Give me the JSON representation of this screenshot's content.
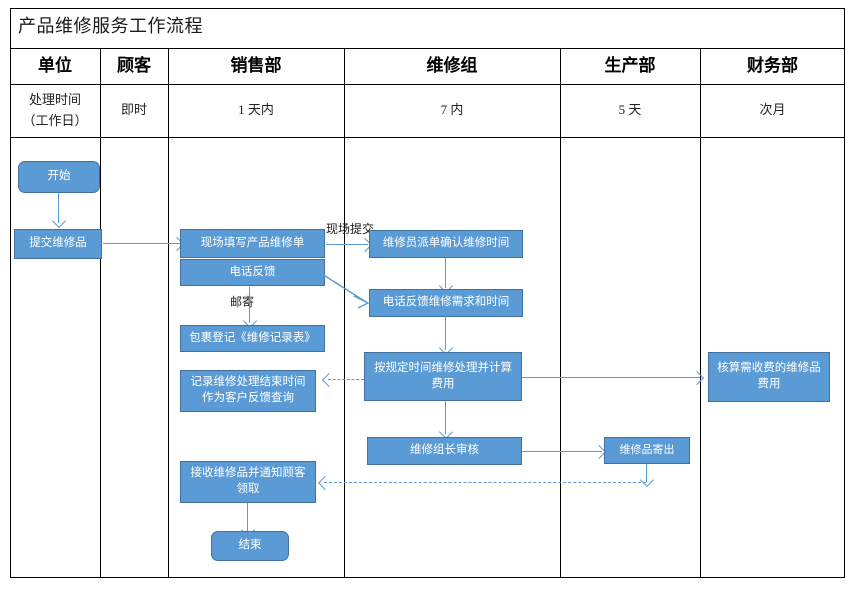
{
  "title": "产品维修服务工作流程",
  "table": {
    "header_row_label": "单位",
    "columns": [
      {
        "name": "单位",
        "time": "处理时间（工作日）"
      },
      {
        "name": "顾客",
        "time": "即时"
      },
      {
        "name": "销售部",
        "time": "1 天内"
      },
      {
        "name": "维修组",
        "time": "7 内"
      },
      {
        "name": "生产部",
        "time": "5 天"
      },
      {
        "name": "财务部",
        "time": "次月"
      }
    ],
    "time_label_line1": "处理时间",
    "time_label_line2": "（工作日）"
  },
  "colors": {
    "box_fill": "#5b9bd5",
    "box_border": "#41719c",
    "connector": "#5b9bd5",
    "table_border": "#000000",
    "box_text": "#ffffff"
  },
  "nodes": {
    "start": "开始",
    "submit_item": "提交维修品",
    "onsite_form": "现场填写产品维修单",
    "phone_feedback": "电话反馈",
    "parcel_register": "包裹登记《维修记录表》",
    "record_end_time": "记录维修处理结束时间作为客户反馈查询",
    "receive_notify": "接收维修品并通知顾客领取",
    "end": "结束",
    "assign_tech": "维修员派单确认维修时间",
    "phone_needs_time": "电话反馈维修需求和时间",
    "repair_and_cost": "按规定时间维修处理并计算费用",
    "leader_review": "维修组长审核",
    "ship_out": "维修品寄出",
    "calc_fee": "核算需收费的维修品费用"
  },
  "edge_labels": {
    "onsite_submit": "现场提交",
    "mail": "邮寄"
  }
}
